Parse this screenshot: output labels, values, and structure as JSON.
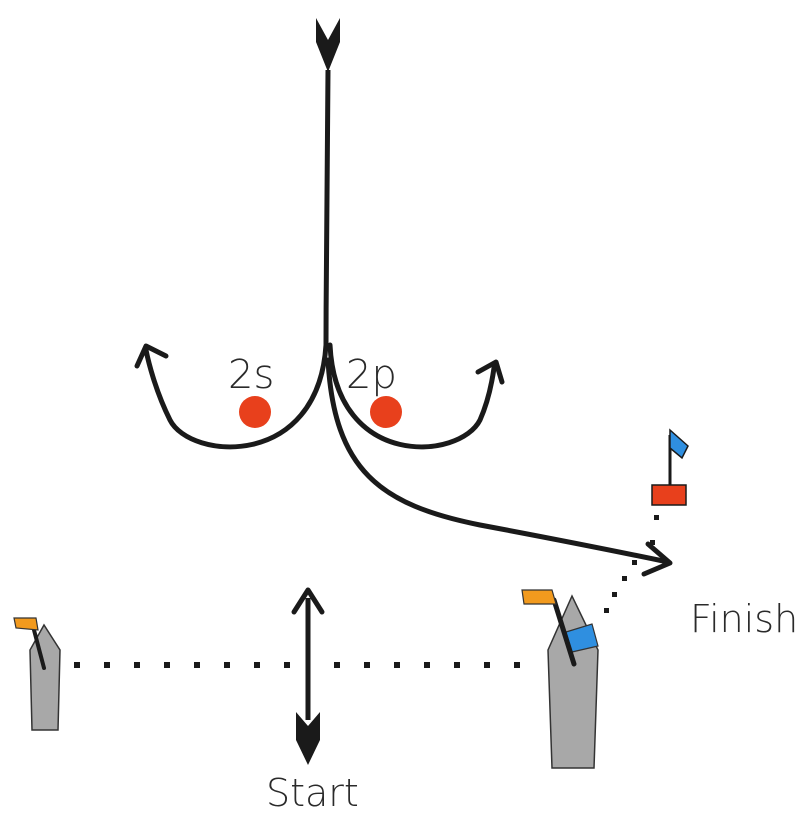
{
  "labels": {
    "mark_starboard": "2s",
    "mark_port": "2p",
    "finish": "Finish",
    "start": "Start"
  },
  "colors": {
    "course_line": "#1a1a1a",
    "mark": "#e8401c",
    "boat_hull": "#a8a8a8",
    "committee_flag": "#f29a1e",
    "finish_flag": "#2f8fe0",
    "finish_mark": "#e8401c"
  }
}
